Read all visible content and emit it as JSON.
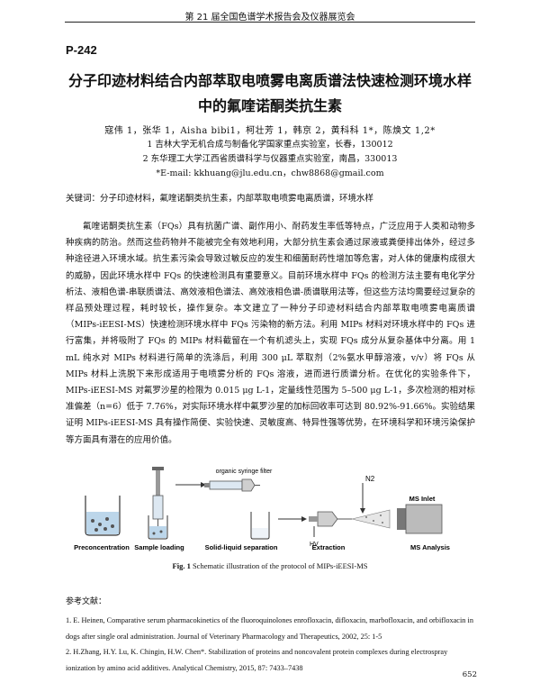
{
  "header": {
    "text": "第 21 届全国色谱学术报告会及仪器展览会"
  },
  "paper": {
    "id": "P-242",
    "title_line1": "分子印迹材料结合内部萃取电喷雾电离质谱法快速检测环境水样",
    "title_line2": "中的氟喹诺酮类抗生素",
    "authors": "寇伟 1，张华 1，Aisha bibi1，柯壮芳 1，韩京 2，黄科科 1*，陈焕文 1,2*",
    "affiliation1": "1 吉林大学无机合成与制备化学国家重点实验室，长春，130012",
    "affiliation2": "2 东华理工大学江西省质谱科学与仪器重点实验室，南昌，330013",
    "email": "*E-mail: kkhuang@jlu.edu.cn，chw8868@gmail.com",
    "keywords": "关键词：分子印迹材料，氟喹诺酮类抗生素，内部萃取电喷雾电离质谱，环境水样",
    "abstract": "氟喹诺酮类抗生素（FQs）具有抗菌广谱、副作用小、耐药发生率低等特点，广泛应用于人类和动物多种疾病的防治。然而这些药物并不能被完全有效地利用，大部分抗生素会通过尿液或粪便排出体外，经过多种途径进入环境水域。抗生素污染会导致过敏反应的发生和细菌耐药性增加等危害，对人体的健康构成很大的威胁，因此环境水样中 FQs 的快速检测具有重要意义。目前环境水样中 FQs 的检测方法主要有电化学分析法、液相色谱-串联质谱法、高效液相色谱法、高效液相色谱-质谱联用法等，但这些方法均需要经过复杂的样品预处理过程，耗时较长，操作复杂。本文建立了一种分子印迹材料结合内部萃取电喷雾电离质谱（MIPs-iEESI-MS）快速检测环境水样中 FQs 污染物的新方法。利用 MIPs 材料对环境水样中的 FQs 进行富集，并将吸附了 FQs 的 MIPs 材料截留在一个有机滤头上，实现 FQs 成分从复杂基体中分离。用 1 mL 纯水对 MIPs 材料进行简单的洗涤后，利用 300 μL 萃取剂（2%氨水甲醇溶液，v/v）将 FQs 从 MIPs 材料上洗脱下来形成适用于电喷雾分析的 FQs 溶液，进而进行质谱分析。在优化的实验条件下，MIPs-iEESI-MS 对氟罗沙星的检限为 0.015 μg L-1，定量线性范围为 5–500 μg L-1，多次检测的相对标准偏差（n=6）低于 7.76%，对实际环境水样中氟罗沙星的加标回收率可达到 80.92%-91.66%。实验结果证明 MIPs-iEESI-MS 具有操作简便、实验快速、灵敏度高、特异性强等优势，在环境科学和环境污染保护等方面具有潜在的应用价值。"
  },
  "figure": {
    "filter_label": "organic syringe filter",
    "n2_label": "N2",
    "hv_label": "HV",
    "ms_inlet_label": "MS Inlet",
    "steps": [
      "Preconcentration",
      "Sample loading",
      "Solid-liquid separation",
      "Extraction",
      "MS Analysis"
    ],
    "caption_bold": "Fig. 1",
    "caption_text": " Schematic illustration of the protocol of MIPs-iEESI-MS"
  },
  "references": {
    "title": "参考文献：",
    "items": [
      "1. E. Heinen, Comparative serum pharmacokinetics of the fluoroquinolones enrofloxacin, difloxacin, marbofloxacin, and orbifloxacin in dogs after single oral administration. Journal of Veterinary Pharmacology and Therapeutics, 2002, 25: 1-5",
      "2. H.Zhang, H.Y. Lu, K. Chingin, H.W. Chen*. Stabilization of proteins and noncovalent protein complexes during electrospray ionization by amino acid additives. Analytical Chemistry, 2015, 87: 7433–7438"
    ]
  },
  "page_number": "652"
}
